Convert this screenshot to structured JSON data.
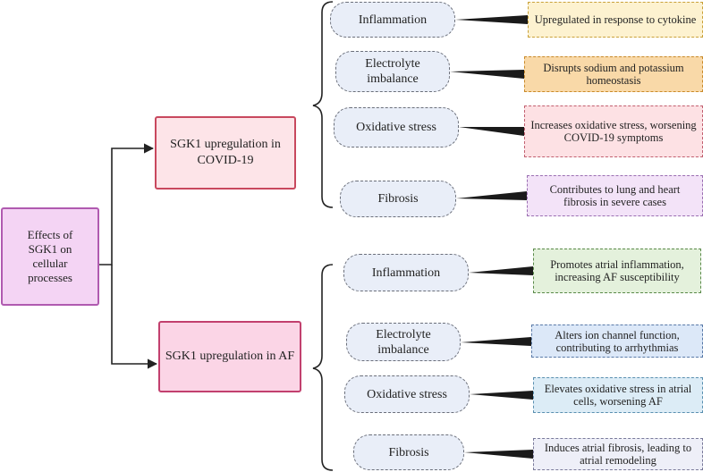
{
  "root": "Effects of SGK1 on cellular processes",
  "branches": {
    "covid": "SGK1 upregulation in COVID-19",
    "af": "SGK1 upregulation in AF"
  },
  "covid_items": [
    {
      "process": "Inflammation",
      "effect": "Upregulated in response to cytokine"
    },
    {
      "process": "Electrolyte imbalance",
      "effect": "Disrupts sodium and potassium homeostasis"
    },
    {
      "process": "Oxidative stress",
      "effect": "Increases oxidative stress, worsening COVID-19 symptoms"
    },
    {
      "process": "Fibrosis",
      "effect": "Contributes to lung and heart fibrosis in severe cases"
    }
  ],
  "af_items": [
    {
      "process": "Inflammation",
      "effect": "Promotes atrial inflammation, increasing AF susceptibility"
    },
    {
      "process": "Electrolyte imbalance",
      "effect": "Alters ion channel function, contributing to arrhythmias"
    },
    {
      "process": "Oxidative stress",
      "effect": "Elevates oxidative stress in atrial cells, worsening AF"
    },
    {
      "process": "Fibrosis",
      "effect": "Induces atrial fibrosis, leading to atrial remodeling"
    }
  ],
  "colors": {
    "effect_fills": [
      "#fdf2d0",
      "#f9d9a8",
      "#fde1e4",
      "#f3e3f8",
      "#e4f1dc",
      "#dce8f8",
      "#dcecf6",
      "#eeeff8"
    ],
    "effect_borders": [
      "#c9a13a",
      "#c98a2a",
      "#c26070",
      "#9a6fb2",
      "#5a8a4a",
      "#5a7aa8",
      "#5a90b0",
      "#7a7a9a"
    ]
  }
}
